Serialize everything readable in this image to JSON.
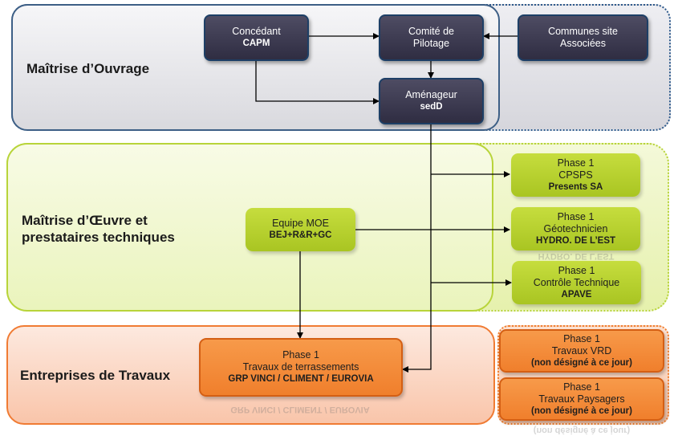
{
  "colors": {
    "navy_box": "#3b3950",
    "lime_box": "#b5cf2d",
    "orange_box": "#f4852f",
    "grey_band": "#e2e2e7",
    "green_band": "#eef6c8",
    "orange_band": "#fbd4bf"
  },
  "bands": {
    "ouvrage": "Maîtrise d’Ouvrage",
    "oeuvre_line1": "Maîtrise d’Œuvre et",
    "oeuvre_line2": "prestataires techniques",
    "travaux": "Entreprises de Travaux"
  },
  "nodes": {
    "concedant": {
      "line1": "Concédant",
      "bold": "CAPM"
    },
    "comite": {
      "line1": "Comité de",
      "line2": "Pilotage"
    },
    "communes": {
      "line1": "Communes site",
      "line2": "Associées"
    },
    "amenageur": {
      "line1": "Aménageur",
      "bold": "sedD"
    },
    "moe": {
      "line1": "Equipe MOE",
      "bold": "BEJ+R&R+GC"
    },
    "csps": {
      "line1": "Phase 1",
      "line2": "CPSPS",
      "bold": "Presents SA"
    },
    "geotech": {
      "line1": "Phase 1",
      "line2": "Géotechnicien",
      "bold": "HYDRO. DE L’EST"
    },
    "controle": {
      "line1": "Phase 1",
      "line2": "Contrôle Technique",
      "bold": "APAVE"
    },
    "terrassement": {
      "line1": "Phase 1",
      "line2": "Travaux de terrassements",
      "bold": "GRP VINCI / CLIMENT / EUROVIA"
    },
    "vrd": {
      "line1": "Phase 1",
      "line2": "Travaux VRD",
      "bold": "(non désigné à ce jour)"
    },
    "paysagers": {
      "line1": "Phase 1",
      "line2": "Travaux Paysagers",
      "bold": "(non désigné à ce jour)"
    }
  }
}
